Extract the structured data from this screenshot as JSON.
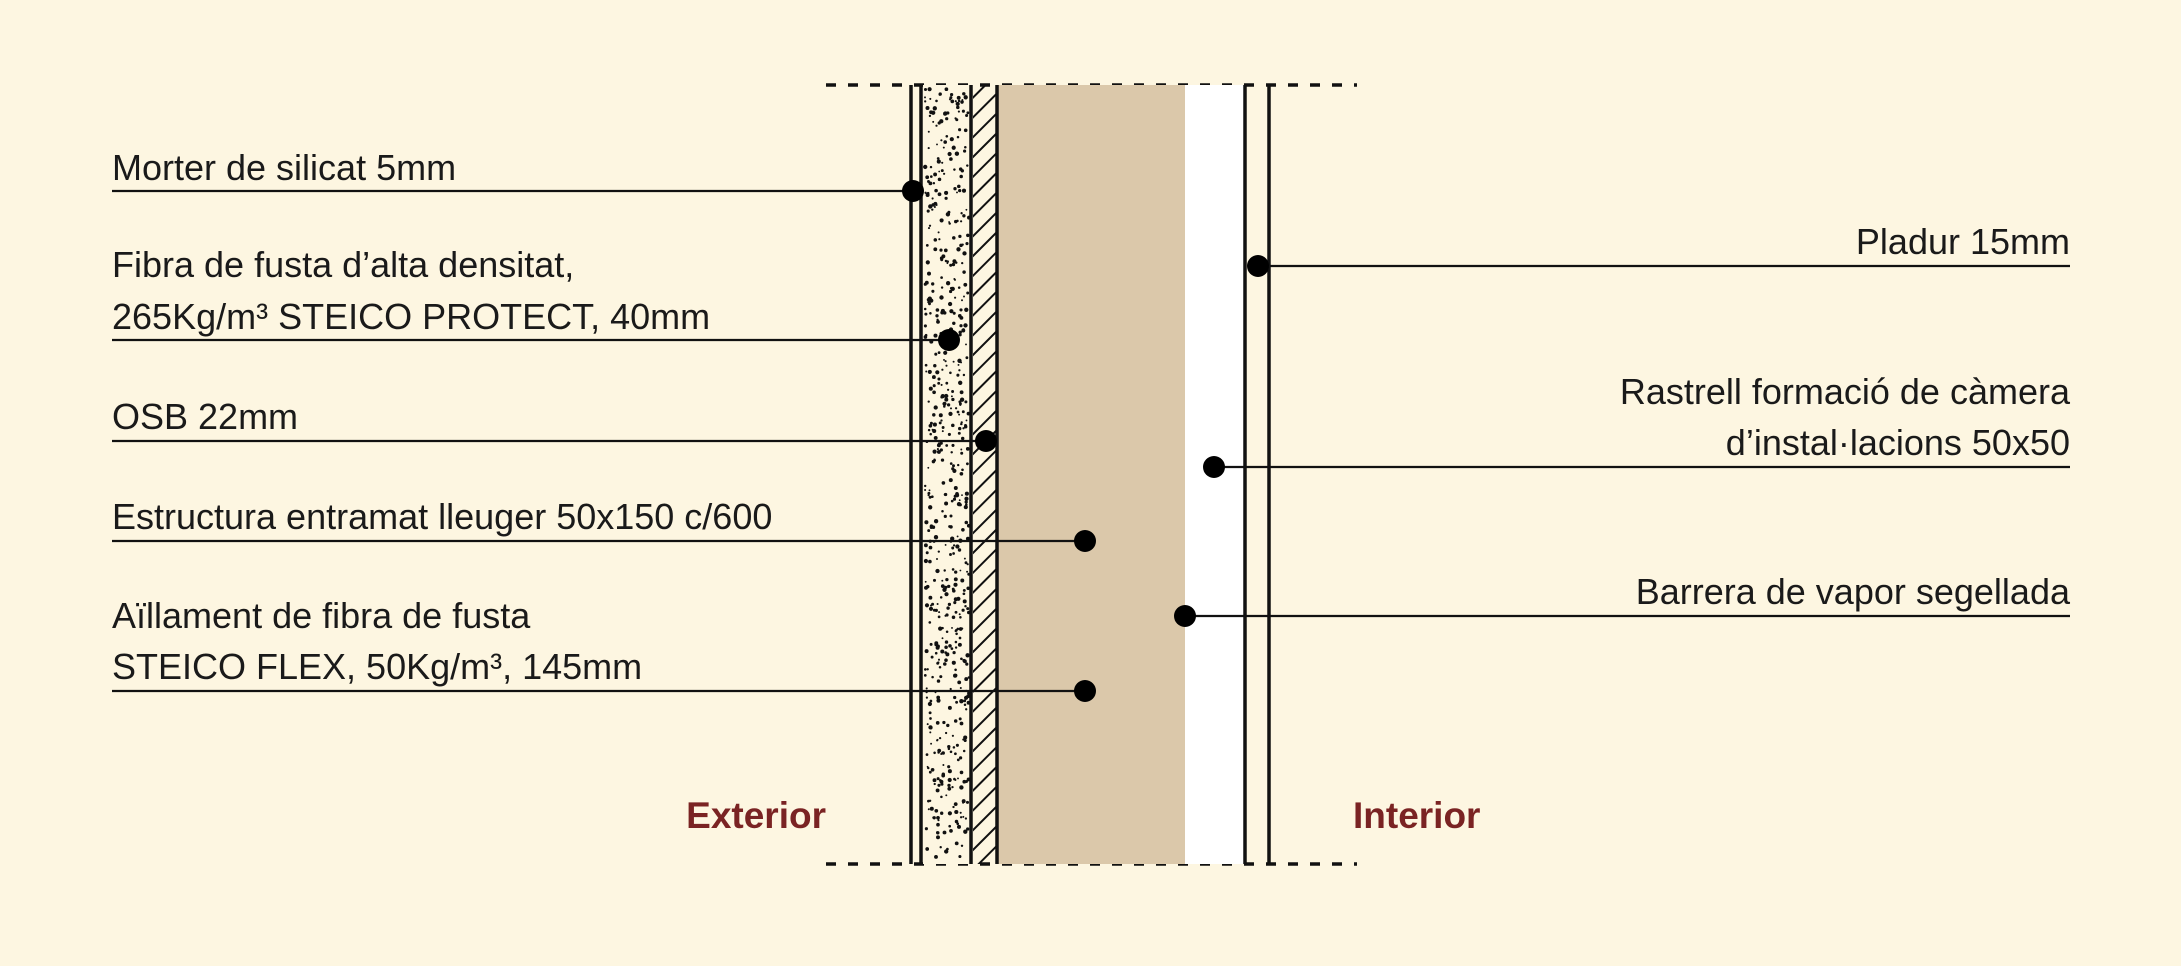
{
  "colors": {
    "background": "#fdf6e1",
    "insulation": "#dbc8aa",
    "side_label": "#7a2323",
    "line": "#111111"
  },
  "labels_left": {
    "morter": "Morter de silicat 5mm",
    "fibra_line1": "Fibra de fusta d’alta densitat,",
    "fibra_line2": "265Kg/m³ STEICO PROTECT, 40mm",
    "osb": "OSB 22mm",
    "estructura": "Estructura entramat lleuger 50x150 c/600",
    "aillament_line1": "Aïllament de fibra de fusta",
    "aillament_line2": "STEICO FLEX, 50Kg/m³, 145mm"
  },
  "labels_right": {
    "pladur": "Pladur 15mm",
    "rastrell_line1": "Rastrell formació de càmera",
    "rastrell_line2": "d’instal·lacions 50x50",
    "barrera": "Barrera de vapor segellada"
  },
  "sides": {
    "exterior": "Exterior",
    "interior": "Interior"
  }
}
